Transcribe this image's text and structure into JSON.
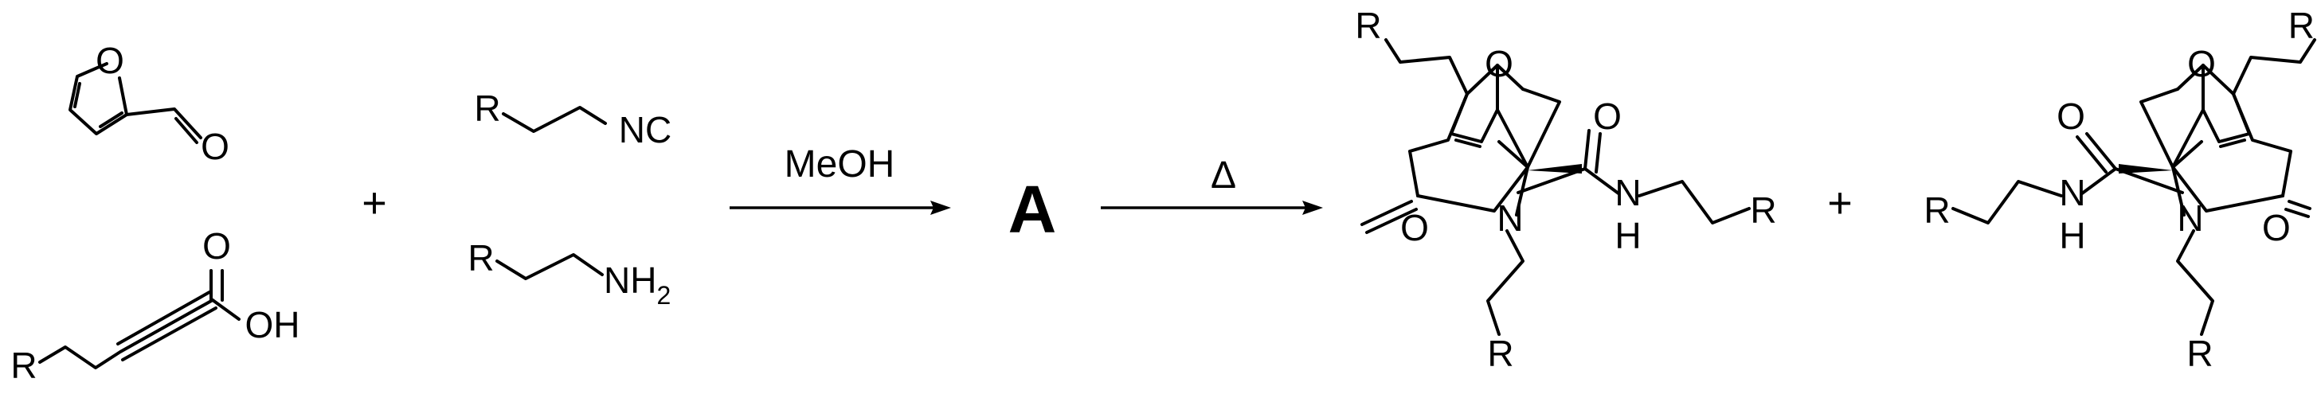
{
  "scheme": {
    "reactants": {
      "furfural": {
        "O_ring": "O",
        "O_ald": "O"
      },
      "alkynoic_acid": {
        "R": "R",
        "O": "O",
        "OH": "OH"
      },
      "isocyanide": {
        "R": "R",
        "NC": "NC"
      },
      "amine": {
        "R": "R",
        "NH": "NH",
        "sub": "2"
      }
    },
    "plus_1": "+",
    "step1": {
      "reagent": "MeOH"
    },
    "intermediate": "A",
    "step2": {
      "reagent": "Δ"
    },
    "product_1": {
      "R_top": "R",
      "O_bridge": "O",
      "O_amide": "O",
      "O_lactam": "O",
      "N_lactam": "N",
      "N_amide": "N",
      "H_amide": "H",
      "R_amide": "R",
      "R_bottom": "R"
    },
    "plus_2": "+",
    "product_2": {
      "R_top": "R",
      "O_bridge": "O",
      "O_amide": "O",
      "O_lactam": "O",
      "N_lactam": "N",
      "N_amide": "N",
      "H_amide": "H",
      "R_amide": "R",
      "R_bottom": "R"
    }
  }
}
